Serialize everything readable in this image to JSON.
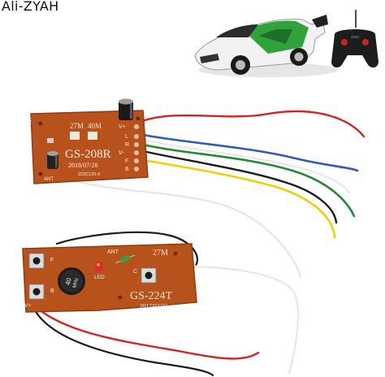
{
  "watermark": "Ali-ZYAH",
  "receiver_board": {
    "model": "GS-208R",
    "frequency_a": "27M",
    "frequency_b": "40M",
    "date": "2018/07/26",
    "code": "222C120-2",
    "pin_labels": [
      "V+",
      "L",
      "R",
      "V-",
      "F",
      "B"
    ],
    "ant_label": "ANT",
    "ant_label_2": "ANT"
  },
  "transmitter_board": {
    "model": "GS-224T",
    "frequency": "27M",
    "date": "2017/02/22",
    "ant_label": "ANT",
    "led_label": "LED",
    "f_label": "F",
    "b_label": "B",
    "c_label": "C",
    "vplus_label": "V+",
    "crystal_text_1": "40",
    "crystal_text_2": "MHz"
  },
  "colors": {
    "pcb": "#b8521c",
    "pcb_dark": "#8f3c12",
    "silkscreen": "#f4efe6",
    "car_body": "#f2f2f2",
    "car_accent": "#2fa33a",
    "wire_red": "#d8211e",
    "wire_yellow": "#f2d000",
    "wire_green": "#1f8a2e",
    "wire_blue": "#2f57c6",
    "wire_black": "#1a1a1a",
    "wire_white": "#f5f5f5"
  }
}
